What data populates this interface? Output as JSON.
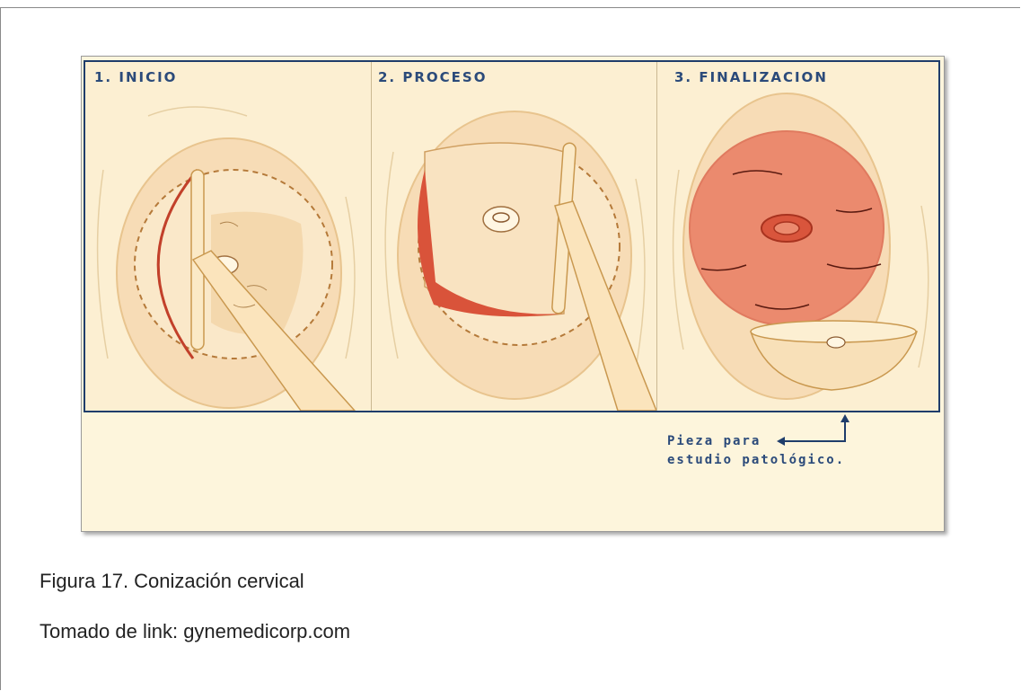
{
  "figure": {
    "panels": [
      {
        "title": "1. INICIO"
      },
      {
        "title": "2. PROCESO"
      },
      {
        "title": "3. FINALIZACION"
      }
    ],
    "note_line1": "Pieza para",
    "note_line2": "estudio patológico."
  },
  "caption": {
    "title": "Figura 17. Conización cervical",
    "source": "Tomado de link: gynemedicorp.com"
  },
  "colors": {
    "border_blue": "#1f3d6b",
    "text_blue": "#2b4a7a",
    "tissue": "#f5d9b0",
    "cone_red": "#e07a5f"
  }
}
